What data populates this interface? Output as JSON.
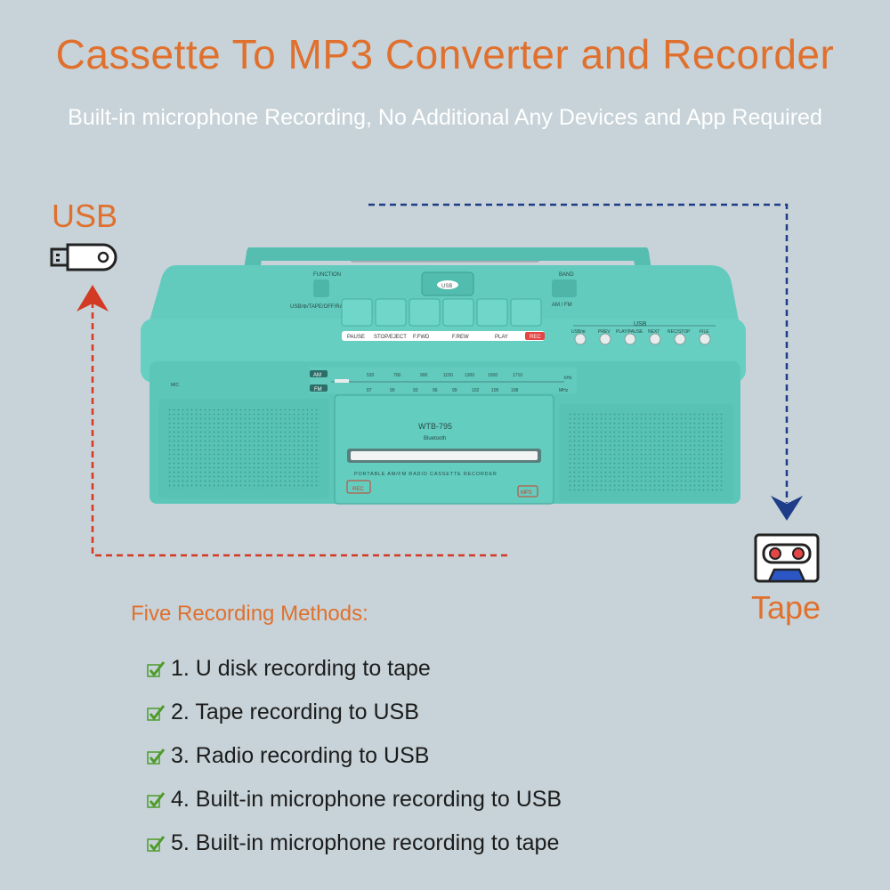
{
  "title": "Cassette To MP3 Converter and Recorder",
  "subtitle": "Built-in microphone Recording, No Additional Any Devices and  App Required",
  "usb_label": "USB",
  "tape_label": "Tape",
  "methods": {
    "heading": "Five Recording Methods:",
    "items": [
      "1. U disk recording to tape",
      "2. Tape recording to USB",
      "3. Radio recording to USB",
      "4. Built-in microphone recording to USB",
      "5. Built-in microphone recording to tape"
    ]
  },
  "device": {
    "function_label": "FUNCTION",
    "function_options": "USB/⊛/TAPE/OFF/RADIO",
    "band_label": "BAND",
    "band_options": "AM / FM",
    "control_labels": [
      "PAUSE",
      "STOP/EJECT",
      "F.FWD",
      "F.REW",
      "PLAY",
      "REC"
    ],
    "usb_header": "USB",
    "usb_buttons": [
      "USB/⊛",
      "PREV",
      "PLAY/PAUSE",
      "NEXT",
      "REC/STOP",
      "FILE"
    ],
    "am_label": "AM",
    "fm_label": "FM",
    "am_freqs": [
      "520",
      "700",
      "900",
      "1150",
      "1300",
      "1500",
      "1710"
    ],
    "fm_freqs": [
      "87",
      "90",
      "93",
      "96",
      "99",
      "102",
      "105",
      "108"
    ],
    "am_unit": "kHz",
    "fm_unit": "MHz",
    "mic_label": "MIC",
    "model": "WTB-795",
    "bluetooth": "Bluetooth",
    "deck_caption": "PORTABLE AM/FM RADIO CASSETTE RECORDER",
    "rec_badge": "REC",
    "mp3_badge": "MP3",
    "usb_slot": "USB"
  },
  "colors": {
    "background": "#c7d3d8",
    "orange": "#e0702e",
    "body": "#5fc9bc",
    "check": "#4e9b2a",
    "arrow_red": "#d23a24",
    "arrow_blue": "#1f3c88"
  }
}
